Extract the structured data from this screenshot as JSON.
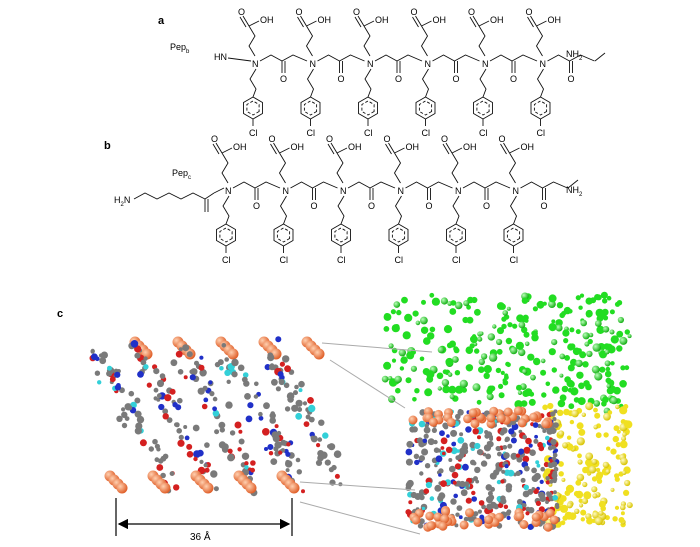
{
  "panels": {
    "a": {
      "label": "a",
      "name": "Pep",
      "name_sub": "b",
      "n_term": "HN",
      "c_term": "NH",
      "c_term_sub": "2",
      "side_chain_top": "OH",
      "side_chain_bottom": "Cl",
      "residues": 6
    },
    "b": {
      "label": "b",
      "name": "Pep",
      "name_sub": "c",
      "n_term": "H",
      "n_term_sub": "2",
      "n_term_rest": "N",
      "c_term": "NH",
      "c_term_sub": "2",
      "side_chain_top": "OH",
      "side_chain_bottom": "Cl",
      "residues": 6
    },
    "c": {
      "label": "c",
      "dimension": "36 Å"
    }
  },
  "colors": {
    "carbon": "#7a7a7a",
    "oxygen": "#d42020",
    "nitrogen": "#2030c8",
    "chlorine": "#33d0d8",
    "terminal": "#f08040",
    "green_layer": "#22dd22",
    "yellow_layer": "#f0e020"
  }
}
